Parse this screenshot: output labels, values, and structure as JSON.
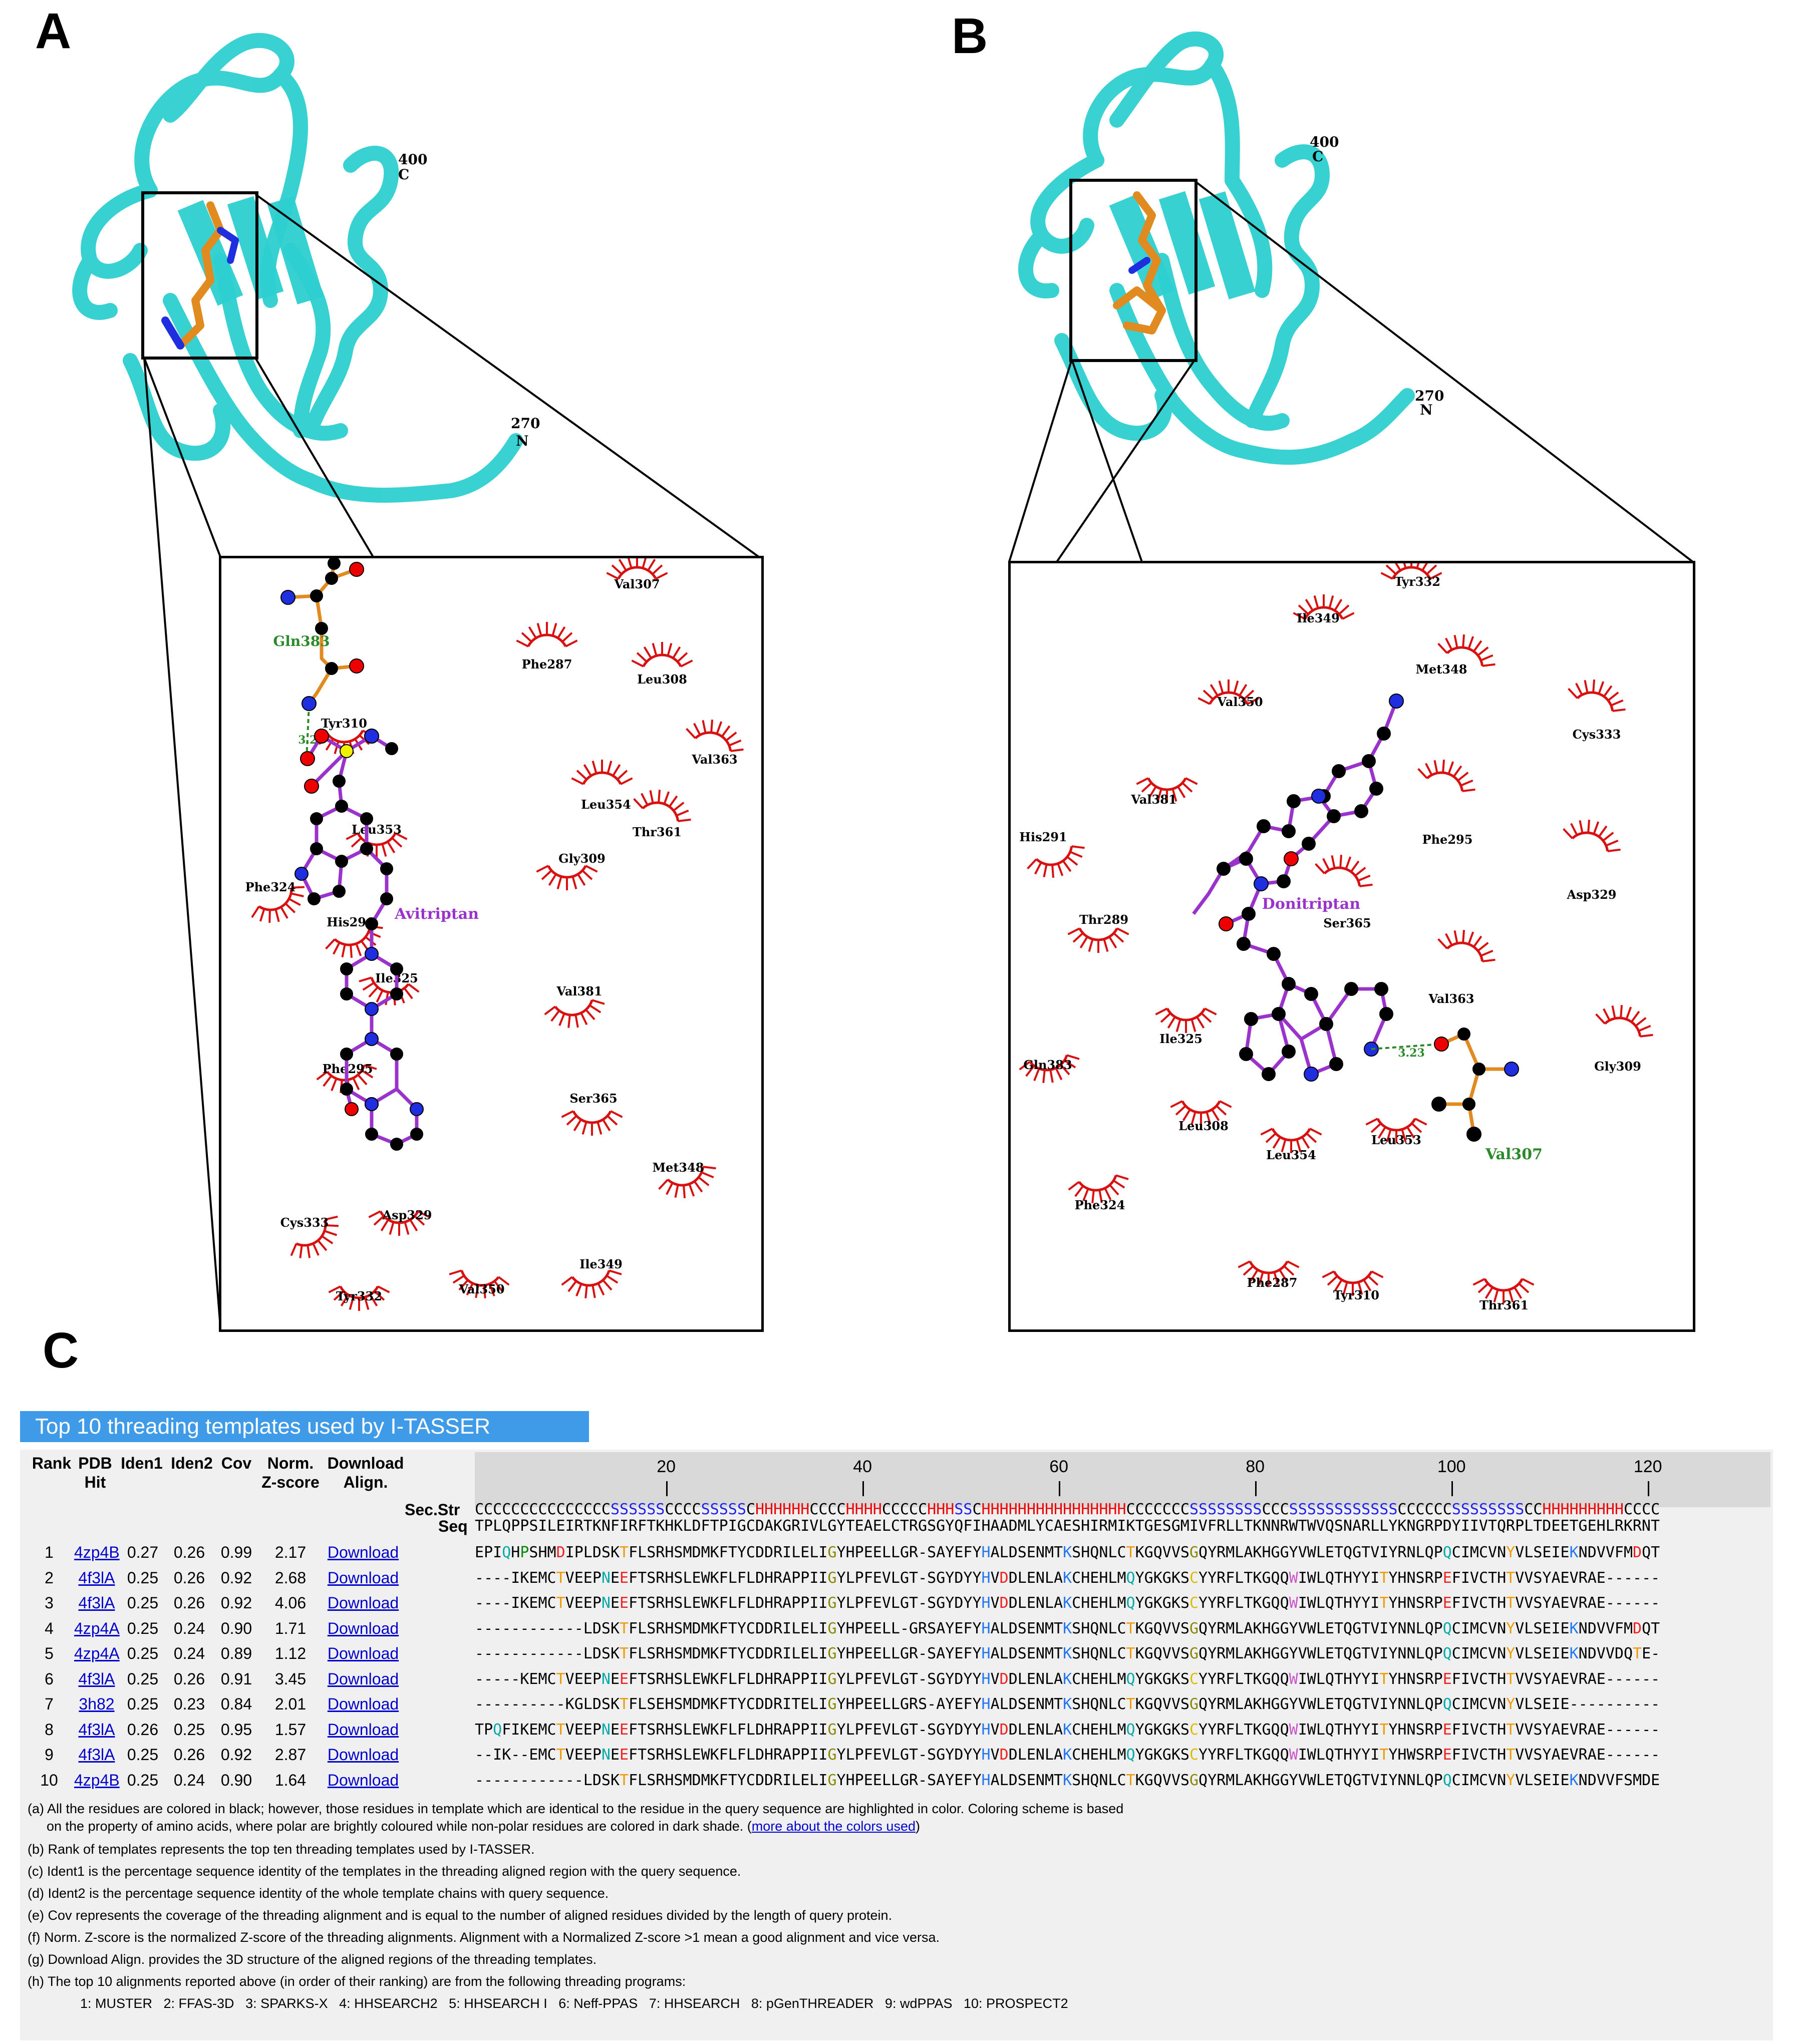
{
  "panels": {
    "a": "A",
    "b": "B",
    "c": "C"
  },
  "panel_a": {
    "term_c_num": "400",
    "term_c": "C",
    "term_n_num": "270",
    "term_n": "N",
    "ligand": "Avitriptan",
    "hbond_residue": "Gln383",
    "hbond_distance": "3.20",
    "residues": [
      "Val307",
      "Phe287",
      "Leu308",
      "Tyr310",
      "Val363",
      "Leu354",
      "Leu353",
      "Thr361",
      "Phe324",
      "Gly309",
      "His291",
      "Ile325",
      "Val381",
      "Phe295",
      "Ser365",
      "Met348",
      "Cys333",
      "Asp329",
      "Ile349",
      "Val350",
      "Tyr332"
    ]
  },
  "panel_b": {
    "term_c_num": "400",
    "term_c": "C",
    "term_n_num": "270",
    "term_n": "N",
    "ligand": "Donitriptan",
    "hbond_residue": "Val307",
    "hbond_distance": "3.23",
    "residues": [
      "Tyr332",
      "Ile349",
      "Met348",
      "Val350",
      "Cys333",
      "Val381",
      "Phe295",
      "His291",
      "Asp329",
      "Ser365",
      "Thr289",
      "Val363",
      "Ile325",
      "Gly309",
      "Gln383",
      "Leu308",
      "Leu354",
      "Leu353",
      "Phe324",
      "Phe287",
      "Tyr310",
      "Thr361"
    ]
  },
  "table": {
    "title": "Top 10 threading templates used by I-TASSER",
    "headers": {
      "rank": "Rank",
      "pdb": "PDB\nHit",
      "iden1": "Iden1",
      "iden2": "Iden2",
      "cov": "Cov",
      "z": "Norm.\nZ-score",
      "dl": "Download\nAlign."
    },
    "ruler_ticks": [
      "20",
      "40",
      "60",
      "80",
      "100",
      "120"
    ],
    "secstr_label": "Sec.Str",
    "seq_label": "Seq",
    "secstr": "CCCCCCCCCCCCCCCSSSSSSCCCCSSSSSCHHHHHHCCCCHHHHCCCCCHHHSSCHHHHHHHHHHHHHHHHCCCCCCCSSSSSSSSCCCSSSSSSSSSSSSCCCCCCSSSSSSSSCCHHHHHHHHHCCCC",
    "seq": "TPLQPPSILEIRTKNFIRFTKHKLDFTPIGCDAKGRIVLGYTEAELCTRGSGYQFIHAADMLYCAESHIRMIKTGESGMIVFRLLTKNNRWTWVQSNARLLYKNGRPDYIIVTQRPLTDEETGEHLRKRNT",
    "rows": [
      {
        "rank": "1",
        "pdb": "4zp4B",
        "iden1": "0.27",
        "iden2": "0.26",
        "cov": "0.99",
        "z": "2.17",
        "dl": "Download",
        "aln": "EPIQHPSHMDIPLDSKTFLSRHSMDMKFTYCDDRILELIGYHPEELLGR-SAYEFYHALDSENMTKSHQNLCTKGQVVSGQYRMLAKHGGYVWLETQGTVIYRNLQPQCIMCVNYVLSEIEKNDVVFMDQT"
      },
      {
        "rank": "2",
        "pdb": "4f3lA",
        "iden1": "0.25",
        "iden2": "0.26",
        "cov": "0.92",
        "z": "2.68",
        "dl": "Download",
        "aln": "----IKEMCTVEEPNEEFTSRHSLEWKFLFLDHRAPPIIGYLPFEVLGT-SGYDYYHVDDLENLAKCHEHLMQYGKGKSCYYRFLTKGQQWIWLQTHYYITYHNSRPEFIVCTHTVVSYAEVRAE------"
      },
      {
        "rank": "3",
        "pdb": "4f3lA",
        "iden1": "0.25",
        "iden2": "0.26",
        "cov": "0.92",
        "z": "4.06",
        "dl": "Download",
        "aln": "----IKEMCTVEEPNEEFTSRHSLEWKFLFLDHRAPPIIGYLPFEVLGT-SGYDYYHVDDLENLAKCHEHLMQYGKGKSCYYRFLTKGQQWIWLQTHYYITYHNSRPEFIVCTHTVVSYAEVRAE------"
      },
      {
        "rank": "4",
        "pdb": "4zp4A",
        "iden1": "0.25",
        "iden2": "0.24",
        "cov": "0.90",
        "z": "1.71",
        "dl": "Download",
        "aln": "------------LDSKTFLSRHSMDMKFTYCDDRILELIGYHPEELL-GRSAYEFYHALDSENMTKSHQNLCTKGQVVSGQYRMLAKHGGYVWLETQGTVIYNNLQPQCIMCVNYVLSEIEKNDVVFMDQT"
      },
      {
        "rank": "5",
        "pdb": "4zp4A",
        "iden1": "0.25",
        "iden2": "0.24",
        "cov": "0.89",
        "z": "1.12",
        "dl": "Download",
        "aln": "------------LDSKTFLSRHSMDMKFTYCDDRILELIGYHPEELLGR-SAYEFYHALDSENMTKSHQNLCTKGQVVSGQYRMLAKHGGYVWLETQGTVIYNNLQPQCIMCVNYVLSEIEKNDVVDQTE-"
      },
      {
        "rank": "6",
        "pdb": "4f3lA",
        "iden1": "0.25",
        "iden2": "0.26",
        "cov": "0.91",
        "z": "3.45",
        "dl": "Download",
        "aln": "-----KEMCTVEEPNEEFTSRHSLEWKFLFLDHRAPPIIGYLPFEVLGT-SGYDYYHVDDLENLAKCHEHLMQYGKGKSCYYRFLTKGQQWIWLQTHYYITYHNSRPEFIVCTHTVVSYAEVRAE------"
      },
      {
        "rank": "7",
        "pdb": "3h82",
        "iden1": "0.25",
        "iden2": "0.23",
        "cov": "0.84",
        "z": "2.01",
        "dl": "Download",
        "aln": "----------KGLDSKTFLSEHSMDMKFTYCDDRITELIGYHPEELLGRS-AYEFYHALDSENMTKSHQNLCTKGQVVSGQYRMLAKHGGYVWLETQGTVIYNNLQPQCIMCVNYVLSEIE----------"
      },
      {
        "rank": "8",
        "pdb": "4f3lA",
        "iden1": "0.26",
        "iden2": "0.25",
        "cov": "0.95",
        "z": "1.57",
        "dl": "Download",
        "aln": "TPQFIKEMCTVEEPNEEFTSRHSLEWKFLFLDHRAPPIIGYLPFEVLGT-SGYDYYHVDDLENLAKCHEHLMQYGKGKSCYYRFLTKGQQWIWLQTHYYITYHNSRPEFIVCTHTVVSYAEVRAE------"
      },
      {
        "rank": "9",
        "pdb": "4f3lA",
        "iden1": "0.25",
        "iden2": "0.26",
        "cov": "0.92",
        "z": "2.87",
        "dl": "Download",
        "aln": "--IK--EMCTVEEPNEEFTSRHSLEWKFLFLDHRAPPIIGYLPFEVLGT-SGYDYYHVDDLENLAKCHEHLMQYGKGKSCYYRFLTKGQQWIWLQTHYYITYHWSRPEFIVCTHTVVSYAEVRAE------"
      },
      {
        "rank": "10",
        "pdb": "4zp4B",
        "iden1": "0.25",
        "iden2": "0.24",
        "cov": "0.90",
        "z": "1.64",
        "dl": "Download",
        "aln": "------------LDSKTFLSRHSMDMKFTYCDDRILELIGYHPEELLGR-SAYEFYHALDSENMTKSHQNLCTKGQVVSGQYRMLAKHGGYVWLETQGTVIYNNLQPQCIMCVNYVLSEIEKNDVVFSMDE"
      }
    ],
    "notes": {
      "a1": "(a) All the residues are colored in black; however, those residues in template which are identical to the residue in the query sequence are highlighted in color. Coloring scheme is based",
      "a2": "on the property of amino acids, where polar are brightly coloured while non-polar residues are colored in dark shade. (",
      "a_link": "more about the colors used",
      "a3": ")",
      "b": "(b) Rank of templates represents the top ten threading templates used by I-TASSER.",
      "c": "(c) Ident1 is the percentage sequence identity of the templates in the threading aligned region with the query sequence.",
      "d": "(d) Ident2 is the percentage sequence identity of the whole template chains with query sequence.",
      "e": "(e) Cov represents the coverage of the threading alignment and is equal to the number of aligned residues divided by the length of query protein.",
      "f": "(f)  Norm. Z-score is the normalized Z-score of the threading alignments. Alignment with a Normalized Z-score >1 mean a good alignment and vice versa.",
      "g": "(g) Download Align. provides the 3D structure of the aligned regions of the threading templates.",
      "h": "(h) The top 10 alignments reported above (in order of their ranking) are from the following threading programs:",
      "programs": "1: MUSTER   2: FFAS-3D   3: SPARKS-X   4: HHSEARCH2   5: HHSEARCH I   6: Neff-PPAS   7: HHSEARCH   8: pGenTHREADER   9: wdPPAS   10: PROSPECT2"
    }
  },
  "colors": {
    "protein": "#2ecfd0",
    "ligand_bond": "#9933cc",
    "carbon": "#000000",
    "nitrogen": "#1f2fe0",
    "oxygen": "#ee0000",
    "sulfur": "#f0f000",
    "hydrophobic": "#d81010",
    "hbond": "#2a8a2a",
    "side_chain": "#e08a20",
    "title_bar": "#3f9ae8",
    "link": "#0000cc"
  }
}
